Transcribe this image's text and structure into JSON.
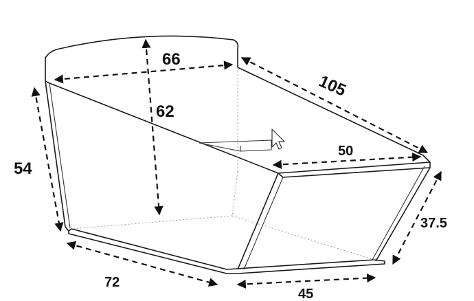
{
  "dimensions": {
    "back_width": "66",
    "height_inner": "62",
    "diagonal_length": "105",
    "side_height": "54",
    "front_top_width": "50",
    "front_height": "37.5",
    "bottom_left_depth": "72",
    "bottom_front_width": "45"
  },
  "icons": {
    "cursor": "mouse-pointer-icon"
  },
  "colors": {
    "line": "#1a1a1a",
    "background": "#ffffff"
  }
}
